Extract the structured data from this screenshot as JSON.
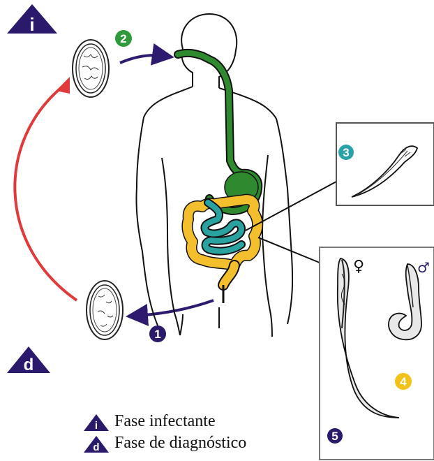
{
  "badges": {
    "infective": "i",
    "diagnostic": "d"
  },
  "steps": [
    "1",
    "2",
    "3",
    "4",
    "5"
  ],
  "symbols": {
    "female": "♀",
    "male": "♂"
  },
  "legend": [
    {
      "badge": "i",
      "label": "Fase infectante"
    },
    {
      "badge": "d",
      "label": "Fase de diagnóstico"
    }
  ],
  "colors": {
    "badge": "#2b1a6b",
    "digestive_green": "#2f8a2f",
    "small_intestine": "#2aa3a0",
    "large_intestine": "#f3bf2c",
    "arrow_purple": "#2e1a6e",
    "arrow_red": "#e03a3a",
    "step_green": "#2e9a3c",
    "step_teal": "#2aa3a8",
    "step_yellow": "#f2c21a",
    "step_purple": "#2b1a6b"
  }
}
